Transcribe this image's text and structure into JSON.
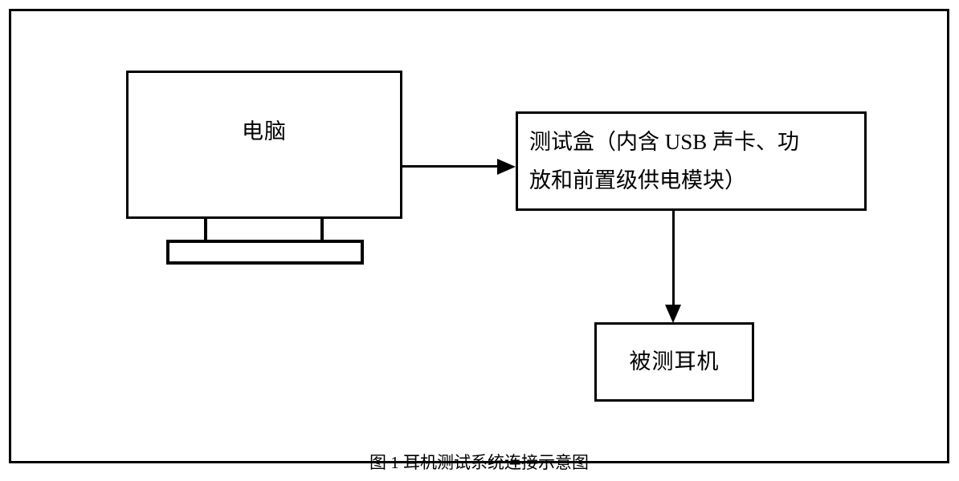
{
  "figure": {
    "frame": {
      "border_color": "#000000",
      "background": "#ffffff"
    },
    "caption": "图 1  耳机测试系统连接示意图"
  },
  "nodes": {
    "computer": {
      "label": "电脑",
      "icon": "monitor-icon"
    },
    "test_box": {
      "label": "测试盒（内含 USB 声卡、功\n放和前置级供电模块）",
      "line1": "测试盒（内含 USB 声卡、功",
      "line2": "放和前置级供电模块）"
    },
    "headphone": {
      "label": "被测耳机"
    }
  },
  "connections": [
    {
      "name": "computer-to-test-box",
      "from": "computer",
      "to": "test_box",
      "direction": "right",
      "style": "solid-arrow"
    },
    {
      "name": "test-box-to-headphone",
      "from": "test_box",
      "to": "headphone",
      "direction": "down",
      "style": "solid-arrow"
    }
  ]
}
